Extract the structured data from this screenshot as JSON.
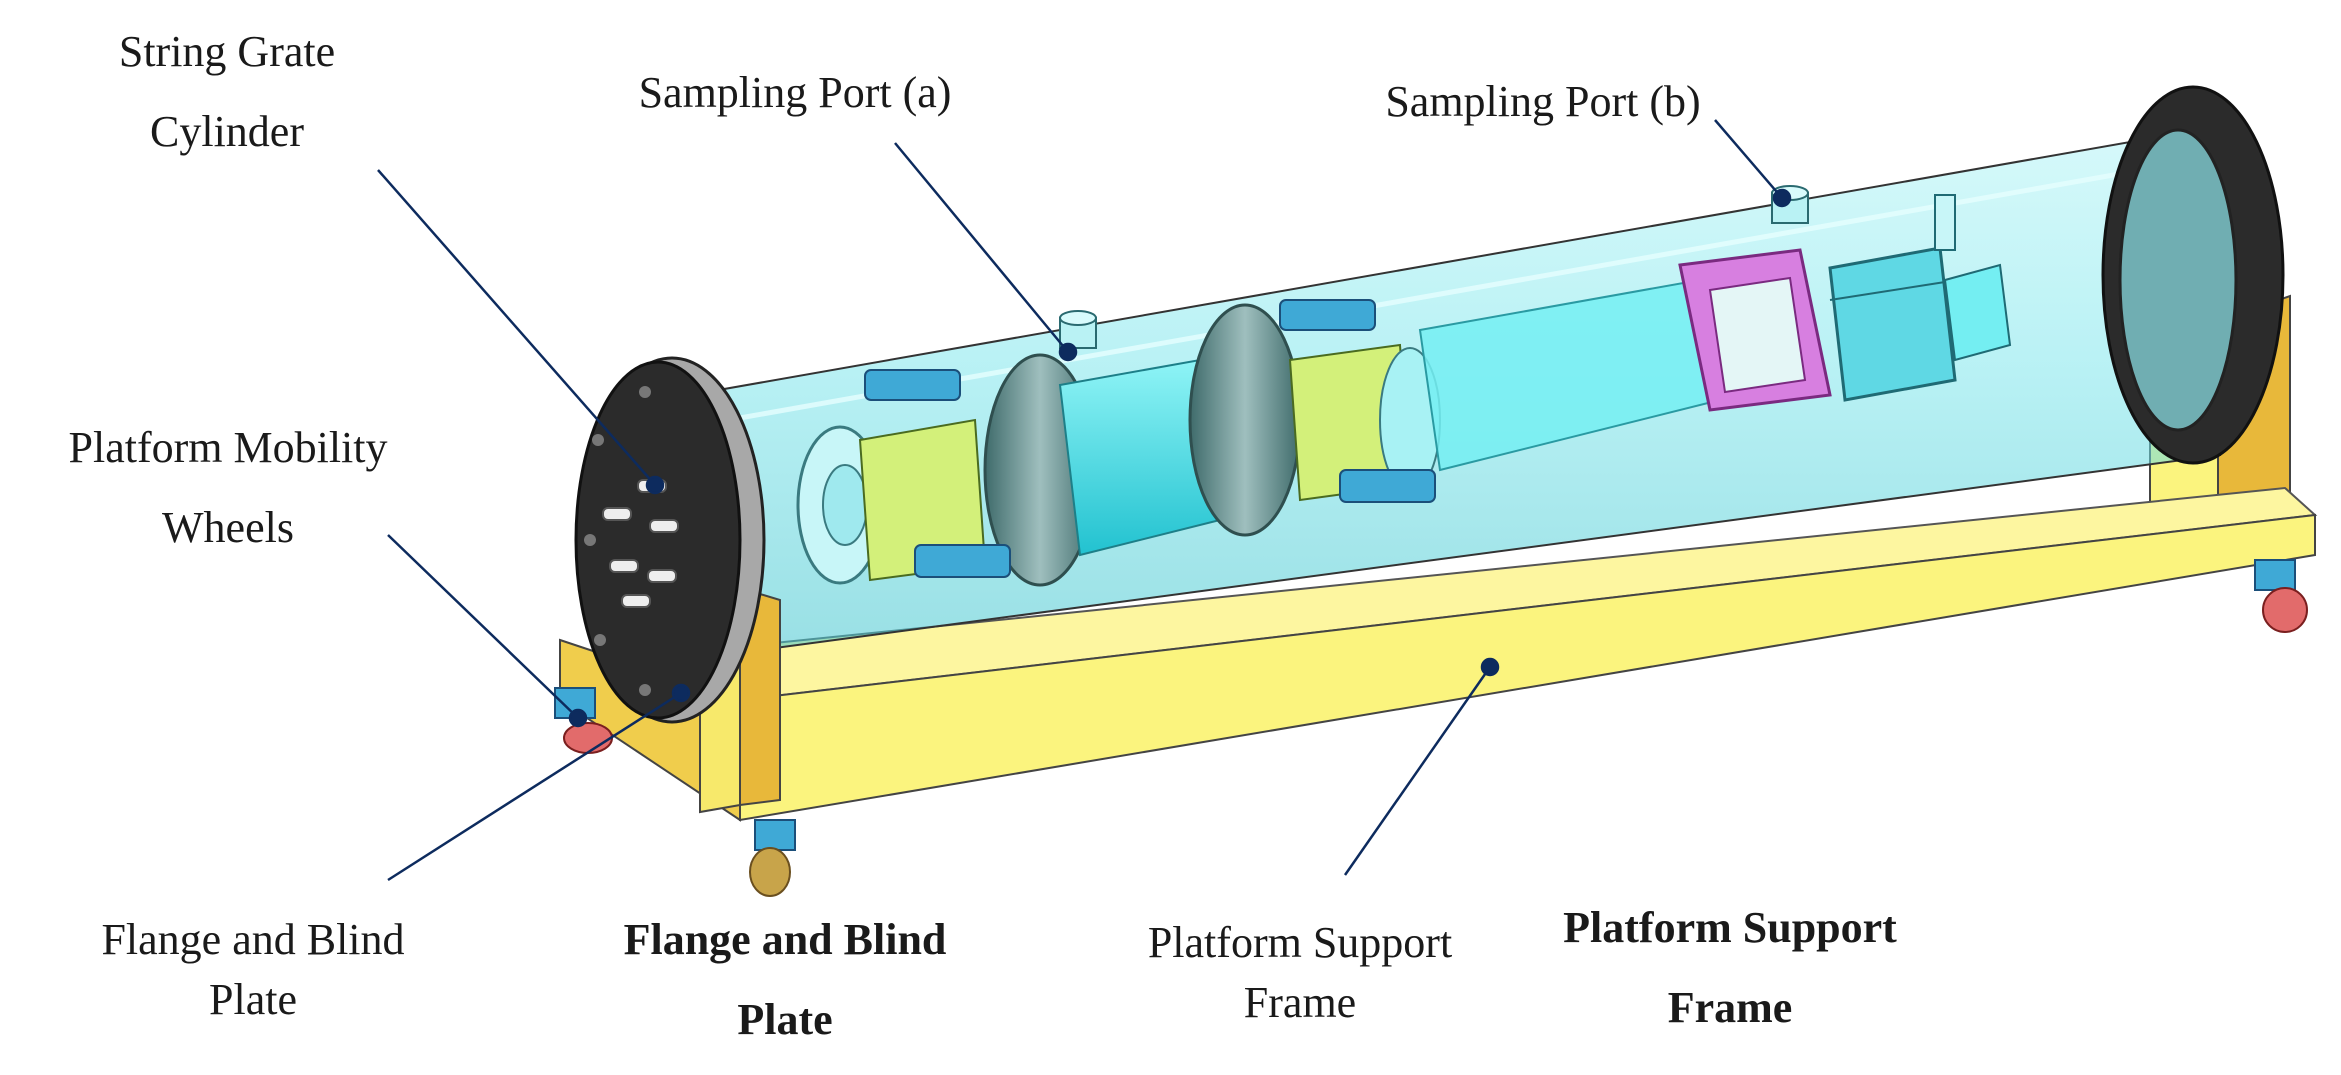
{
  "labels": {
    "string_grate_cylinder": [
      "String Grate",
      "Cylinder"
    ],
    "sampling_port_a": "Sampling Port (a)",
    "sampling_port_b": "Sampling Port (b)",
    "platform_mobility_wheels": [
      "Platform Mobility",
      "Wheels"
    ],
    "flange_blind_plate_1": [
      "Flange and Blind",
      "Plate"
    ],
    "flange_blind_plate_2": [
      "Flange and Blind",
      "Plate"
    ],
    "platform_support_frame_1": [
      "Platform Support",
      "Frame"
    ],
    "platform_support_frame_2": [
      "Platform Support",
      "Frame"
    ]
  },
  "colors": {
    "frame_yellow": "#fbf47e",
    "frame_orange": "#e8b83a",
    "cylinder_cyan": "#7fe6ec",
    "flange_black": "#2b2b2b",
    "leader_navy": "#0d2b5e",
    "magenta_frame": "#d77fe0",
    "green_body": "#d3f07a"
  }
}
